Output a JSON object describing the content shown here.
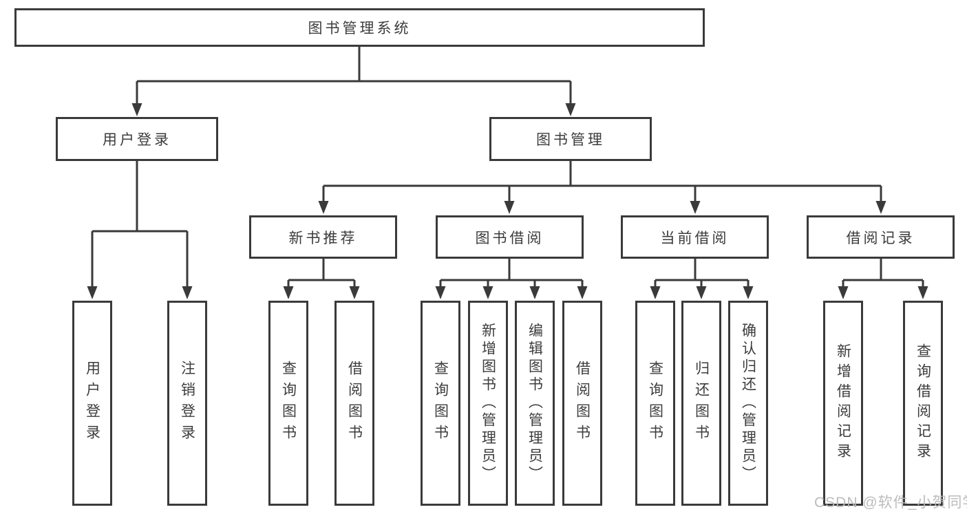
{
  "diagram": {
    "title": "图书管理系统",
    "root": {
      "label": "图书管理系统"
    },
    "level2": [
      {
        "label": "用户登录",
        "parent": "图书管理系统"
      },
      {
        "label": "图书管理",
        "parent": "图书管理系统"
      }
    ],
    "level3": [
      {
        "label": "新书推荐",
        "parent": "图书管理"
      },
      {
        "label": "图书借阅",
        "parent": "图书管理"
      },
      {
        "label": "当前借阅",
        "parent": "图书管理"
      },
      {
        "label": "借阅记录",
        "parent": "图书管理"
      }
    ],
    "leaves": [
      {
        "label": "用户登录",
        "parent": "用户登录"
      },
      {
        "label": "注销登录",
        "parent": "用户登录"
      },
      {
        "label": "查询图书",
        "parent": "新书推荐"
      },
      {
        "label": "借阅图书",
        "parent": "新书推荐"
      },
      {
        "label": "查询图书",
        "parent": "图书借阅"
      },
      {
        "label": "新增图书（管理员）",
        "parent": "图书借阅"
      },
      {
        "label": "编辑图书（管理员）",
        "parent": "图书借阅"
      },
      {
        "label": "借阅图书",
        "parent": "图书借阅"
      },
      {
        "label": "查询图书",
        "parent": "当前借阅"
      },
      {
        "label": "归还图书",
        "parent": "当前借阅"
      },
      {
        "label": "确认归还（管理员）",
        "parent": "当前借阅"
      },
      {
        "label": "新增借阅记录",
        "parent": "借阅记录"
      },
      {
        "label": "查询借阅记录",
        "parent": "借阅记录"
      }
    ],
    "watermark": "CSDN @软件_小贺同学",
    "colors": {
      "line": "#3a3a3a",
      "text": "#3c3c3c",
      "box_background": "#ffffff",
      "page_background": "#ffffff",
      "watermark": "#b8b8b8"
    }
  }
}
